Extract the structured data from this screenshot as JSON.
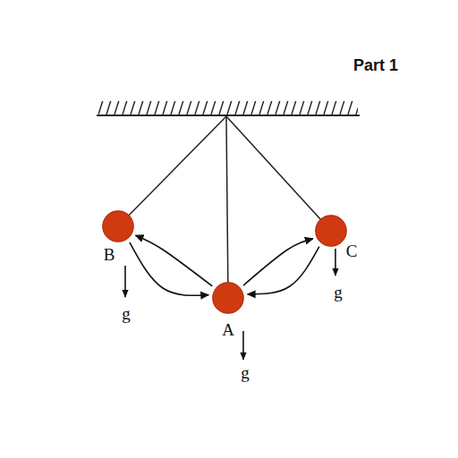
{
  "diagram": {
    "nodes": [
      {
        "text": [
          "B"
        ]
      },
      {
        "text": [
          "A"
        ]
      },
      {
        "text": [
          "C"
        ]
      }
    ],
    "edges": [
      {
        "from": 1,
        "to": 0,
        "arrow": "to"
      },
      {
        "from": 0,
        "to": 1,
        "arrow": "to"
      },
      {
        "from": 1,
        "to": 2,
        "arrow": "to"
      },
      {
        "from": 2,
        "to": 1,
        "arrow": "to"
      }
    ],
    "labels": [
      "Part 1",
      "g",
      "g",
      "g"
    ]
  }
}
